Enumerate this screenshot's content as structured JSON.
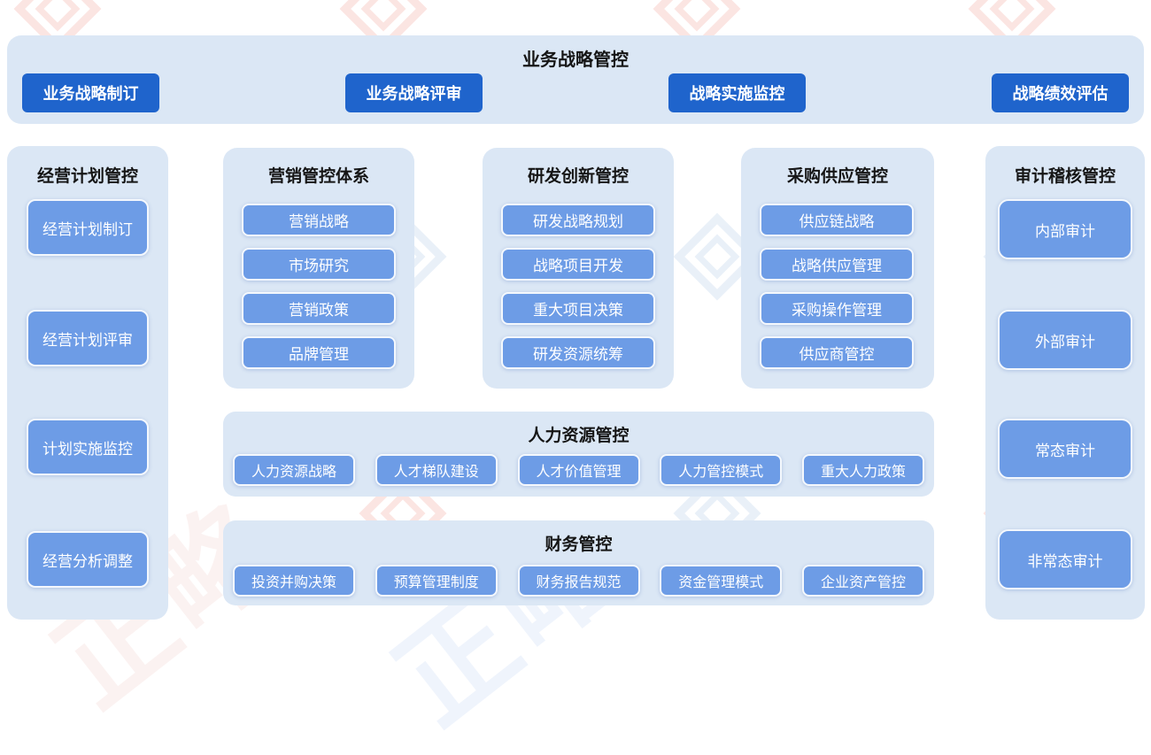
{
  "colors": {
    "panel_bg": "#dbe7f5",
    "dark_button": "#1f64cc",
    "light_button": "#6d9ce6",
    "title_text": "#151515",
    "button_text": "#ffffff",
    "watermark_red": "#ef8c7f",
    "watermark_blue": "#b9cfe9"
  },
  "top_band": {
    "title": "业务战略管控",
    "buttons": [
      "业务战略制订",
      "业务战略评审",
      "战略实施监控",
      "战略绩效评估"
    ]
  },
  "left_panel": {
    "title": "经营计划管控",
    "items": [
      "经营计划制订",
      "经营计划评审",
      "计划实施监控",
      "经营分析调整"
    ]
  },
  "columns": [
    {
      "title": "营销管控体系",
      "items": [
        "营销战略",
        "市场研究",
        "营销政策",
        "品牌管理"
      ]
    },
    {
      "title": "研发创新管控",
      "items": [
        "研发战略规划",
        "战略项目开发",
        "重大项目决策",
        "研发资源统筹"
      ]
    },
    {
      "title": "采购供应管控",
      "items": [
        "供应链战略",
        "战略供应管理",
        "采购操作管理",
        "供应商管控"
      ]
    }
  ],
  "hr_band": {
    "title": "人力资源管控",
    "items": [
      "人力资源战略",
      "人才梯队建设",
      "人才价值管理",
      "人力管控模式",
      "重大人力政策"
    ]
  },
  "finance_band": {
    "title": "财务管控",
    "items": [
      "投资并购决策",
      "预算管理制度",
      "财务报告规范",
      "资金管理模式",
      "企业资产管控"
    ]
  },
  "right_panel": {
    "title": "审计稽核管控",
    "items": [
      "内部审计",
      "外部审计",
      "常态审计",
      "非常态审计"
    ]
  },
  "watermark": {
    "text": "正略"
  }
}
